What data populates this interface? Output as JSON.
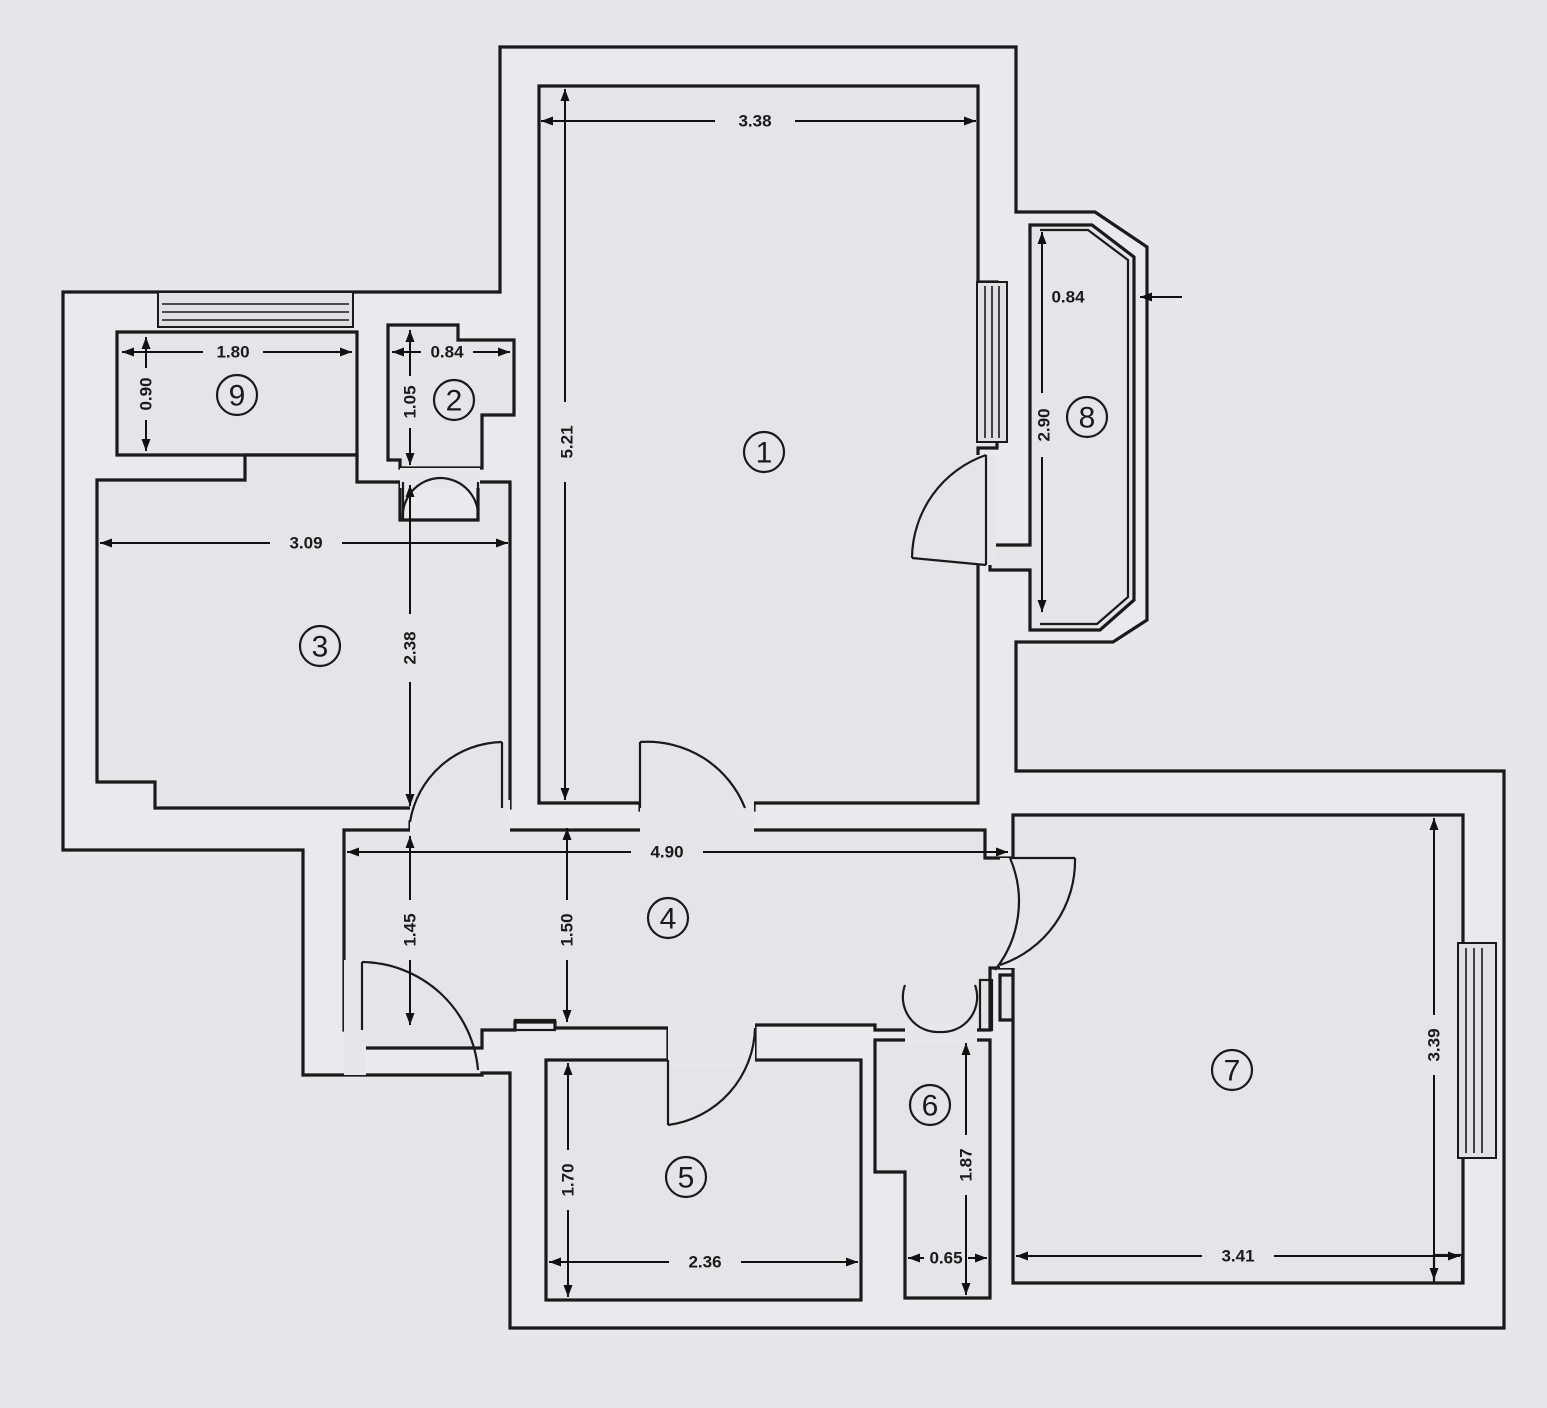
{
  "rooms": [
    {
      "id": "1",
      "label": "1"
    },
    {
      "id": "2",
      "label": "2"
    },
    {
      "id": "3",
      "label": "3"
    },
    {
      "id": "4",
      "label": "4"
    },
    {
      "id": "5",
      "label": "5"
    },
    {
      "id": "6",
      "label": "6"
    },
    {
      "id": "7",
      "label": "7"
    },
    {
      "id": "8",
      "label": "8"
    },
    {
      "id": "9",
      "label": "9"
    }
  ],
  "dimensions": {
    "room1_width": "3.38",
    "room1_length": "5.21",
    "room8_width": "0.84",
    "room8_length": "2.90",
    "room9_width": "1.80",
    "room9_length": "0.90",
    "room2_width": "0.84",
    "room2_length": "1.05",
    "room3_width": "3.09",
    "room3_length": "2.38",
    "room4_width": "4.90",
    "room4_depth_left": "1.45",
    "room4_depth_mid": "1.50",
    "room5_length": "1.70",
    "room5_width": "2.36",
    "room6_width": "0.65",
    "room6_length": "1.87",
    "room7_width": "3.41",
    "room7_length": "3.39"
  }
}
